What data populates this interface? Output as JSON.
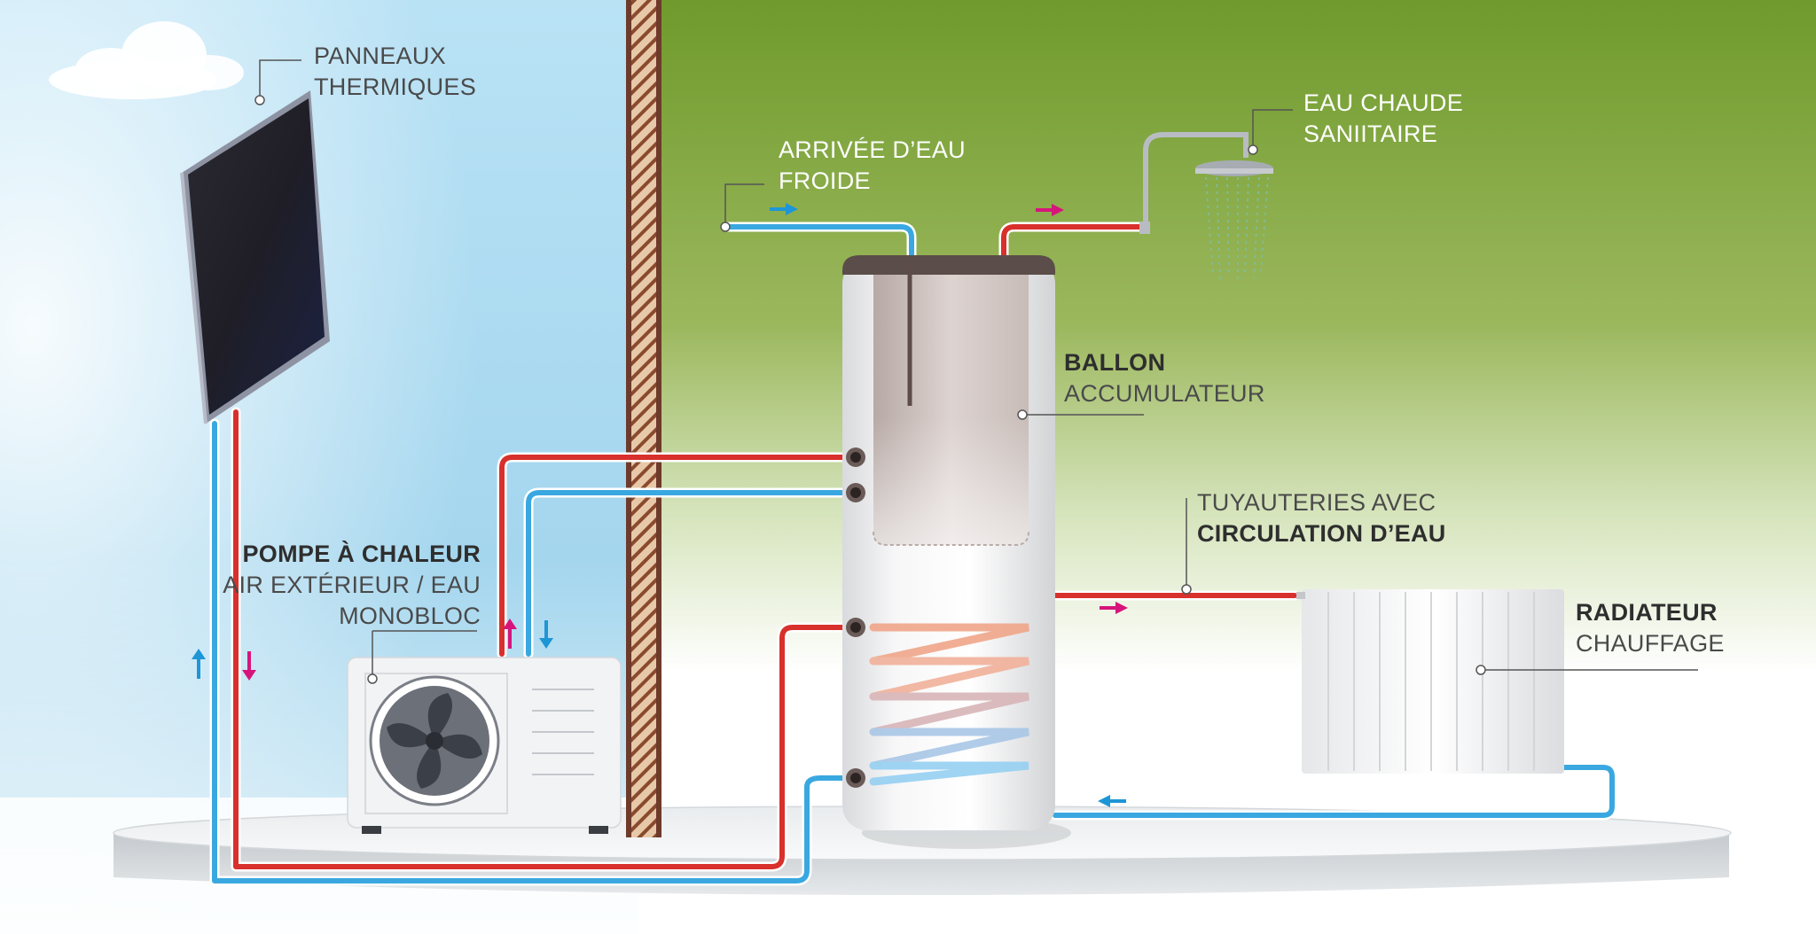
{
  "labels": {
    "panneaux": {
      "line1": "PANNEAUX",
      "line2": "THERMIQUES"
    },
    "arrivee": {
      "line1": "ARRIVÉE D’EAU",
      "line2": "FROIDE"
    },
    "eau_chaude": {
      "line1": "EAU CHAUDE",
      "line2": "SANIITAIRE"
    },
    "ballon": {
      "line1": "BALLON",
      "line2": "ACCUMULATEUR"
    },
    "tuyauteries": {
      "line1": "TUYAUTERIES AVEC",
      "line2": "CIRCULATION D’EAU"
    },
    "pompe": {
      "line1": "POMPE À CHALEUR",
      "line2": "AIR EXTÉRIEUR / EAU",
      "line3": "MONOBLOC"
    },
    "radiateur": {
      "line1": "RADIATEUR",
      "line2": "CHAUFFAGE"
    }
  },
  "colors": {
    "sky_light": "#eaf5fb",
    "sky": "#a9d8ef",
    "green_dark": "#6f9a2c",
    "green_light": "#d4e3b4",
    "hot_pipe": "#d8302c",
    "cold_pipe": "#3aa8e0",
    "arrow_hot": "#d6157b",
    "arrow_cold": "#1e96d6",
    "wall": "#6e3a2a"
  }
}
